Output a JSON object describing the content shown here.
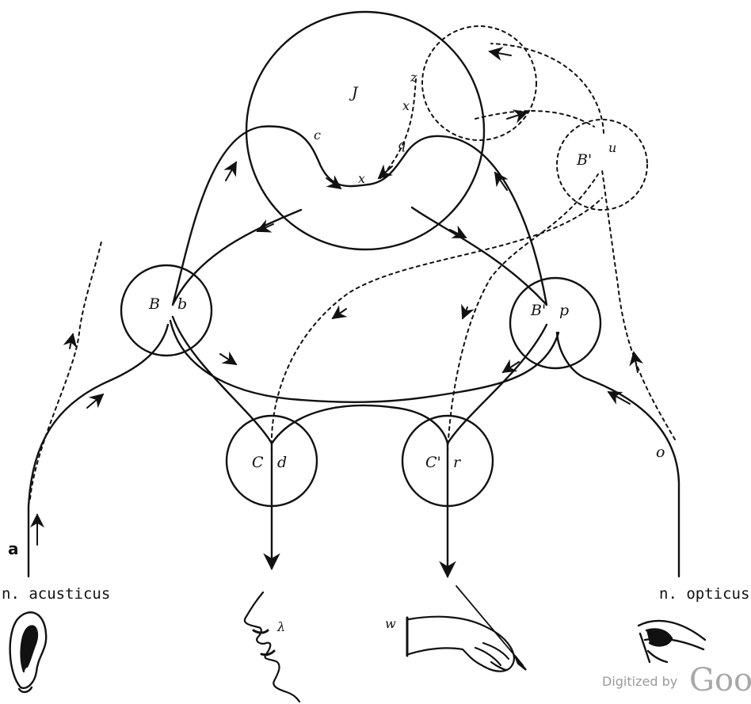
{
  "labels": {
    "J": "J",
    "B_left": "B",
    "b": "b",
    "B_right": "B'",
    "p": "p",
    "B_upper": "B'",
    "u": "u",
    "C_left": "C",
    "d": "d",
    "C_right": "C'",
    "r": "r",
    "c": "c",
    "x_bottom": "x",
    "q": "q",
    "x_upper": "x",
    "z": "z",
    "o": "o",
    "a": "a",
    "lambda": "λ",
    "w": "w"
  },
  "captions": {
    "acusticus": "n. acusticus",
    "opticus": "n. opticus"
  },
  "watermark": {
    "prefix": "Digitized by",
    "brand": "Goo"
  },
  "icons": [
    "ear-icon",
    "face-profile-icon",
    "writing-hand-icon",
    "eye-icon"
  ],
  "colors": {
    "ink": "#111111",
    "paper": "#ffffff",
    "watermark": "#a8a8a8"
  }
}
